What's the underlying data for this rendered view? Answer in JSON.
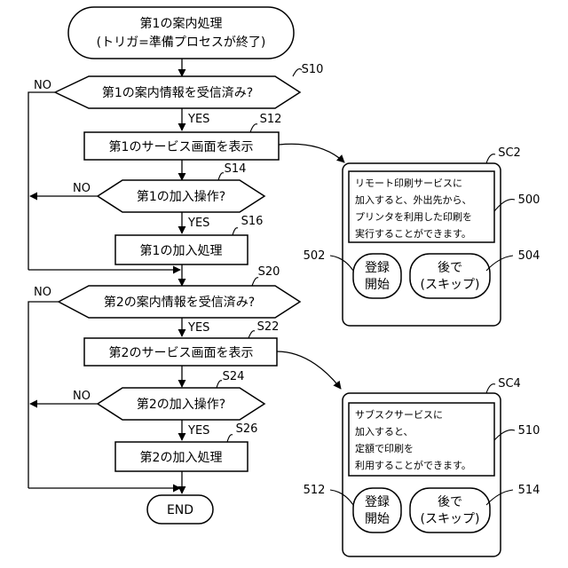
{
  "flow": {
    "start_line1": "第1の案内処理",
    "start_line2": "(トリガ=準備プロセスが終了)",
    "s10_tag": "S10",
    "s10_text": "第1の案内情報を受信済み?",
    "s10_no": "NO",
    "s10_yes": "YES",
    "s12_tag": "S12",
    "s12_text": "第1のサービス画面を表示",
    "s14_tag": "S14",
    "s14_text": "第1の加入操作?",
    "s14_no": "NO",
    "s14_yes": "YES",
    "s16_tag": "S16",
    "s16_text": "第1の加入処理",
    "s20_tag": "S20",
    "s20_text": "第2の案内情報を受信済み?",
    "s20_no": "NO",
    "s20_yes": "YES",
    "s22_tag": "S22",
    "s22_text": "第2のサービス画面を表示",
    "s24_tag": "S24",
    "s24_text": "第2の加入操作?",
    "s24_no": "NO",
    "s24_yes": "YES",
    "s26_tag": "S26",
    "s26_text": "第2の加入処理",
    "end_text": "END"
  },
  "screen1": {
    "tag": "SC2",
    "msg_line1": "リモート印刷サービスに",
    "msg_line2": "加入すると、外出先から、",
    "msg_line3": "プリンタを利用した印刷を",
    "msg_line4": "実行することができます。",
    "msg_ref": "500",
    "register_line1": "登録",
    "register_line2": "開始",
    "register_ref": "502",
    "later_line1": "後で",
    "later_line2": "(スキップ)",
    "later_ref": "504"
  },
  "screen2": {
    "tag": "SC4",
    "msg_line1": "サブスクサービスに",
    "msg_line2": "加入すると、",
    "msg_line3": "定額で印刷を",
    "msg_line4": "利用することができます。",
    "msg_ref": "510",
    "register_line1": "登録",
    "register_line2": "開始",
    "register_ref": "512",
    "later_line1": "後で",
    "later_line2": "(スキップ)",
    "later_ref": "514"
  }
}
